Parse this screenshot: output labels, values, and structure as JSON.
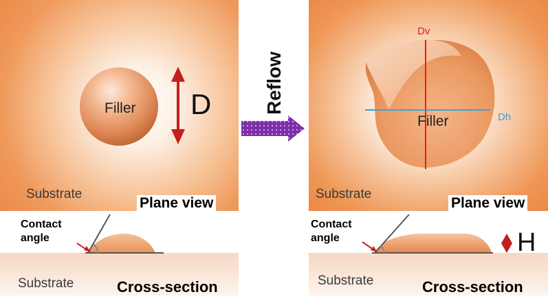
{
  "left": {
    "substrate_label": "Substrate",
    "view_label": "Plane view",
    "filler_label": "Filler",
    "dimension_label": "D",
    "contact_angle_label": [
      "Contact",
      "angle"
    ],
    "cs_substrate_label": "Substrate",
    "cross_section_label": "Cross-section"
  },
  "middle": {
    "reflow_label": "Reflow"
  },
  "right": {
    "substrate_label": "Substrate",
    "view_label": "Plane view",
    "filler_label": "Filler",
    "dv_label": "Dv",
    "dh_label": "Dh",
    "height_label": "H",
    "contact_angle_label": [
      "Contact",
      "angle"
    ],
    "cs_substrate_label": "Substrate",
    "cross_section_label": "Cross-section"
  },
  "colors": {
    "substrate_orange": "#ec8a48",
    "filler": "#f0a070",
    "arrow_red": "#c41e1e",
    "arrow_purple": "#7b2fa8",
    "dv_line": "#e02020",
    "dh_line": "#3fa0d8"
  }
}
